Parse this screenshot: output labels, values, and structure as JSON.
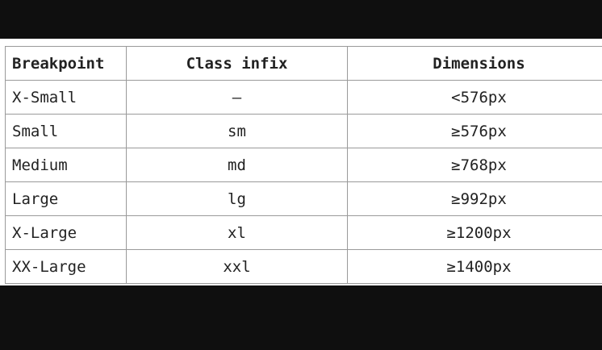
{
  "table": {
    "headers": {
      "breakpoint": "Breakpoint",
      "class_infix": "Class infix",
      "dimensions": "Dimensions"
    },
    "rows": [
      {
        "breakpoint": "X-Small",
        "class_infix": "–",
        "dimensions": "<576px"
      },
      {
        "breakpoint": "Small",
        "class_infix": "sm",
        "dimensions": "≥576px"
      },
      {
        "breakpoint": "Medium",
        "class_infix": "md",
        "dimensions": "≥768px"
      },
      {
        "breakpoint": "Large",
        "class_infix": "lg",
        "dimensions": "≥992px"
      },
      {
        "breakpoint": "X-Large",
        "class_infix": "xl",
        "dimensions": "≥1200px"
      },
      {
        "breakpoint": "XX-Large",
        "class_infix": "xxl",
        "dimensions": "≥1400px"
      }
    ]
  },
  "colors": {
    "background_dark": "#0f0f0f",
    "panel": "#ffffff",
    "border": "#9a9a9a",
    "text": "#222222"
  }
}
